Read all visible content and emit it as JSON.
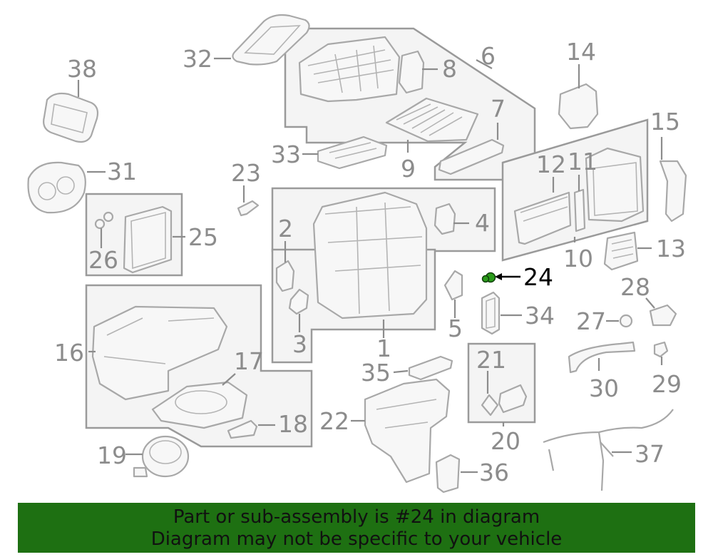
{
  "diagram": {
    "highlighted_part": "24",
    "callouts": [
      {
        "id": "c1",
        "label": "1"
      },
      {
        "id": "c2",
        "label": "2"
      },
      {
        "id": "c3",
        "label": "3"
      },
      {
        "id": "c4",
        "label": "4"
      },
      {
        "id": "c5",
        "label": "5"
      },
      {
        "id": "c6",
        "label": "6"
      },
      {
        "id": "c7",
        "label": "7"
      },
      {
        "id": "c8",
        "label": "8"
      },
      {
        "id": "c9",
        "label": "9"
      },
      {
        "id": "c10",
        "label": "10"
      },
      {
        "id": "c11",
        "label": "11"
      },
      {
        "id": "c12",
        "label": "12"
      },
      {
        "id": "c13",
        "label": "13"
      },
      {
        "id": "c14",
        "label": "14"
      },
      {
        "id": "c15",
        "label": "15"
      },
      {
        "id": "c16",
        "label": "16"
      },
      {
        "id": "c17",
        "label": "17"
      },
      {
        "id": "c18",
        "label": "18"
      },
      {
        "id": "c19",
        "label": "19"
      },
      {
        "id": "c20",
        "label": "20"
      },
      {
        "id": "c21",
        "label": "21"
      },
      {
        "id": "c22",
        "label": "22"
      },
      {
        "id": "c23",
        "label": "23"
      },
      {
        "id": "c24",
        "label": "24"
      },
      {
        "id": "c25",
        "label": "25"
      },
      {
        "id": "c26",
        "label": "26"
      },
      {
        "id": "c27",
        "label": "27"
      },
      {
        "id": "c28",
        "label": "28"
      },
      {
        "id": "c29",
        "label": "29"
      },
      {
        "id": "c30",
        "label": "30"
      },
      {
        "id": "c31",
        "label": "31"
      },
      {
        "id": "c32",
        "label": "32"
      },
      {
        "id": "c33",
        "label": "33"
      },
      {
        "id": "c34",
        "label": "34"
      },
      {
        "id": "c35",
        "label": "35"
      },
      {
        "id": "c36",
        "label": "36"
      },
      {
        "id": "c37",
        "label": "37"
      },
      {
        "id": "c38",
        "label": "38"
      }
    ]
  },
  "banner": {
    "line1": "Part or sub-assembly is #24 in diagram",
    "line2": "Diagram may not be specific to your vehicle",
    "color": "#1e7012"
  },
  "colors": {
    "part_stroke": "#a8a8a8",
    "label": "#8c8c8c",
    "highlight": "#000000",
    "highlight_part": "#2a9a1a"
  }
}
